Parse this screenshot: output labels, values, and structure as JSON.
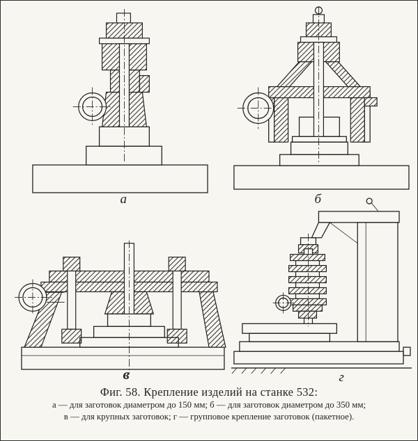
{
  "colors": {
    "paper": "#f8f6f1",
    "ink": "#232323"
  },
  "figure": {
    "caption": "Фиг. 58. Крепление изделий на станке 532:",
    "legend_line1": "а — для заготовок диаметром до 150 мм;  б — для заготовок диаметром до 350 мм;",
    "legend_line2": "в — для крупных заготовок;  г — групповое крепление заготовок (пакетное)."
  },
  "labels": {
    "a": "а",
    "b": "б",
    "v": "в",
    "g": "г"
  },
  "icons": {
    "workpiece_circle": "workpiece-cross-section",
    "hatch": "section-hatching",
    "centerline": "axis-dash-dot-line"
  }
}
